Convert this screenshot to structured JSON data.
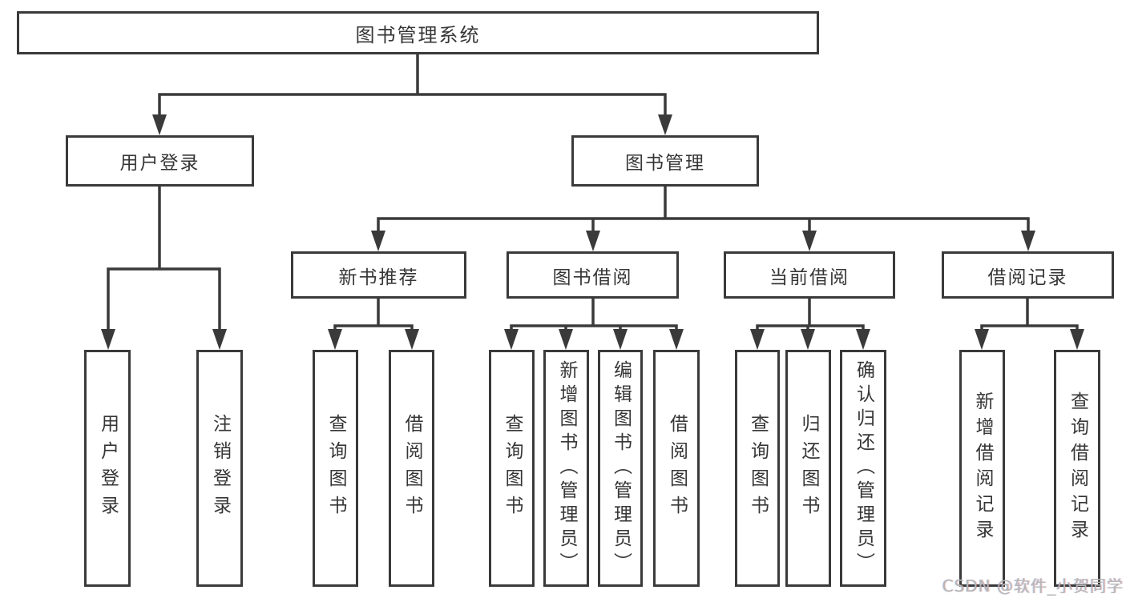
{
  "colors": {
    "background": "#ffffff",
    "line": "#3a3a3a",
    "box_border": "#3a3a3a",
    "text": "#363636",
    "watermark": "#b6b6b6"
  },
  "watermark": "CSDN @软件_小贺同学",
  "nodes": {
    "root": "图书管理系统",
    "user_login": "用户登录",
    "book_mgmt": "图书管理",
    "new_book_rec": "新书推荐",
    "book_borrow": "图书借阅",
    "current_borrow": "当前借阅",
    "borrow_records": "借阅记录",
    "login": "用户登录",
    "logout": "注销登录",
    "rec_query_books": "查询图书",
    "rec_borrow_books": "借阅图书",
    "bb_query_books": "查询图书",
    "bb_add_books": "新增图书（管理员）",
    "bb_edit_books": "编辑图书（管理员）",
    "bb_borrow_books": "借阅图书",
    "cb_query_books": "查询图书",
    "cb_return_books": "归还图书",
    "cb_confirm_return": "确认归还（管理员）",
    "br_add_record": "新增借阅记录",
    "br_query_record": "查询借阅记录"
  },
  "hierarchy": {
    "图书管理系统": {
      "用户登录": [
        "用户登录",
        "注销登录"
      ],
      "图书管理": {
        "新书推荐": [
          "查询图书",
          "借阅图书"
        ],
        "图书借阅": [
          "查询图书",
          "新增图书（管理员）",
          "编辑图书（管理员）",
          "借阅图书"
        ],
        "当前借阅": [
          "查询图书",
          "归还图书",
          "确认归还（管理员）"
        ],
        "借阅记录": [
          "新增借阅记录",
          "查询借阅记录"
        ]
      }
    }
  }
}
